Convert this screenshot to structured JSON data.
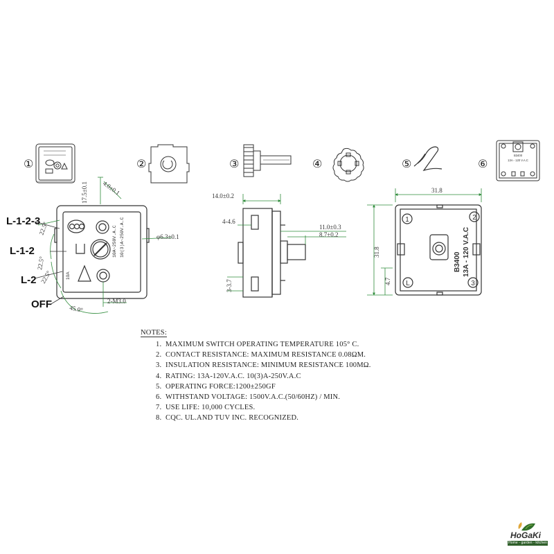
{
  "parts": [
    {
      "num": "①"
    },
    {
      "num": "②"
    },
    {
      "num": "③"
    },
    {
      "num": "④"
    },
    {
      "num": "⑤"
    },
    {
      "num": "⑥"
    }
  ],
  "positions": {
    "l123": "L-1-2-3",
    "l12": "L-1-2",
    "l2": "L-2",
    "off": "OFF"
  },
  "front_view": {
    "angles": [
      "22.5°",
      "22.5°",
      "22.5°",
      "45.0°"
    ],
    "dims": {
      "h": "17.5±0.1",
      "w": "4.0±0.1",
      "shaft": "φ6.3±0.1",
      "screw": "2-M3.0"
    },
    "markings": [
      "10A~250V.A.C",
      "10(3)A~250V.A.C"
    ],
    "small_label": "10A"
  },
  "side_view": {
    "dims": {
      "width": "14.0±0.2",
      "flange": "4-4.6",
      "shaft_len": "11.0±0.3",
      "shaft_len2": "8.7±0.2",
      "tab": "3-3.7"
    }
  },
  "back_view": {
    "dims": {
      "width": "31.8",
      "height": "31.8",
      "offset": "4.7"
    },
    "terminals": [
      "1",
      "2",
      "L",
      "3"
    ],
    "model": "B3400",
    "rating": "13A - 120 V.A.C"
  },
  "part6_text": [
    "B3400",
    "13A - 120 V.A.C"
  ],
  "notes": {
    "title": "NOTES:",
    "items": [
      {
        "num": "1.",
        "text": "MAXIMUM SWITCH OPERATING TEMPERATURE 105° C."
      },
      {
        "num": "2.",
        "text": "CONTACT RESISTANCE: MAXIMUM RESISTANCE 0.08ΩM."
      },
      {
        "num": "3.",
        "text": "INSULATION RESISTANCE: MINIMUM RESISTANCE 100MΩ."
      },
      {
        "num": "4.",
        "text": "RATING: 13A-120V.A.C.     10(3)A-250V.A.C"
      },
      {
        "num": "5.",
        "text": "OPERATING FORCE:1200±250GF"
      },
      {
        "num": "6.",
        "text": "WITHSTAND VOLTAGE: 1500V.A.C.(50/60HZ) / MIN."
      },
      {
        "num": "7.",
        "text": "USE LIFE: 10,000 CYCLES."
      },
      {
        "num": "8.",
        "text": "CQC. UL.AND TUV INC. RECOGNIZED."
      }
    ]
  },
  "logo": {
    "name": "HoGaKi",
    "tagline": "Home - garden - kitchen"
  },
  "colors": {
    "line": "#333333",
    "dimension": "#2e8b3a"
  }
}
